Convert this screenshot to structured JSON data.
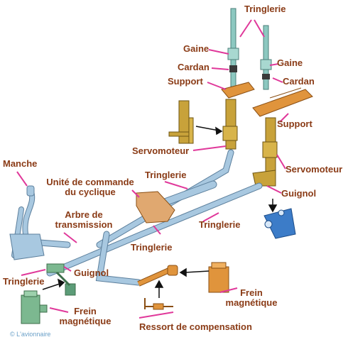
{
  "labels": {
    "tringlerie_top": "Tringlerie",
    "gaine_left": "Gaine",
    "gaine_right": "Gaine",
    "cardan_left": "Cardan",
    "cardan_right": "Cardan",
    "support_left": "Support",
    "support_right": "Support",
    "servomoteur_left": "Servomoteur",
    "servomoteur_right": "Servomoteur",
    "guignol_right": "Guignol",
    "manche": "Manche",
    "unite_line1": "Unité de commande",
    "unite_line2": "du cyclique",
    "tringlerie_mid": "Tringlerie",
    "tringlerie_mid2": "Tringlerie",
    "tringlerie_low": "Tringlerie",
    "arbre_line1": "Arbre de",
    "arbre_line2": "transmission",
    "tringlerie_left": "Tringlerie",
    "guignol_left": "Guignol",
    "frein_left_line1": "Frein",
    "frein_left_line2": "magnétique",
    "frein_right_line1": "Frein",
    "frein_right_line2": "magnétique",
    "ressort": "Ressort de compensation"
  },
  "copyright": "© L'avionnaire",
  "colors": {
    "label_text": "#8a3b16",
    "leader_line": "#e0389a",
    "rod_blue": "#a8c8e0",
    "rod_outline": "#5c7f9c",
    "part_orange": "#e0943c",
    "part_olive": "#c8a23a",
    "part_teal": "#8cc8c0",
    "part_green": "#7cb890",
    "part_blue_dark": "#3c7cc8"
  }
}
